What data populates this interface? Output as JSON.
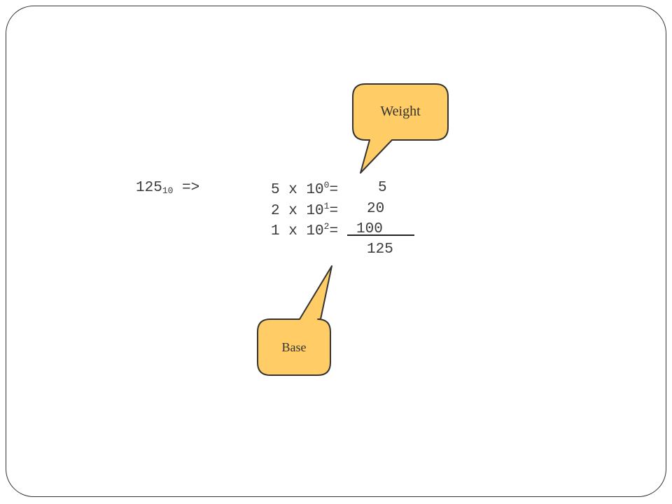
{
  "expression": {
    "number": "125",
    "base_subscript": "10",
    "arrow": "=>",
    "rows": [
      {
        "digit": "5",
        "times": "x",
        "base": "10",
        "exponent": "0",
        "equals": "=",
        "result": "5"
      },
      {
        "digit": "2",
        "times": "x",
        "base": "10",
        "exponent": "1",
        "equals": "=",
        "result": "20"
      },
      {
        "digit": "1",
        "times": "x",
        "base": "10",
        "exponent": "2",
        "equals": "=",
        "result": "100"
      }
    ],
    "total": "125"
  },
  "callouts": {
    "weight_label": "Weight",
    "base_label": "Base",
    "fill_color": "#ffcc66",
    "stroke_color": "#333333"
  }
}
